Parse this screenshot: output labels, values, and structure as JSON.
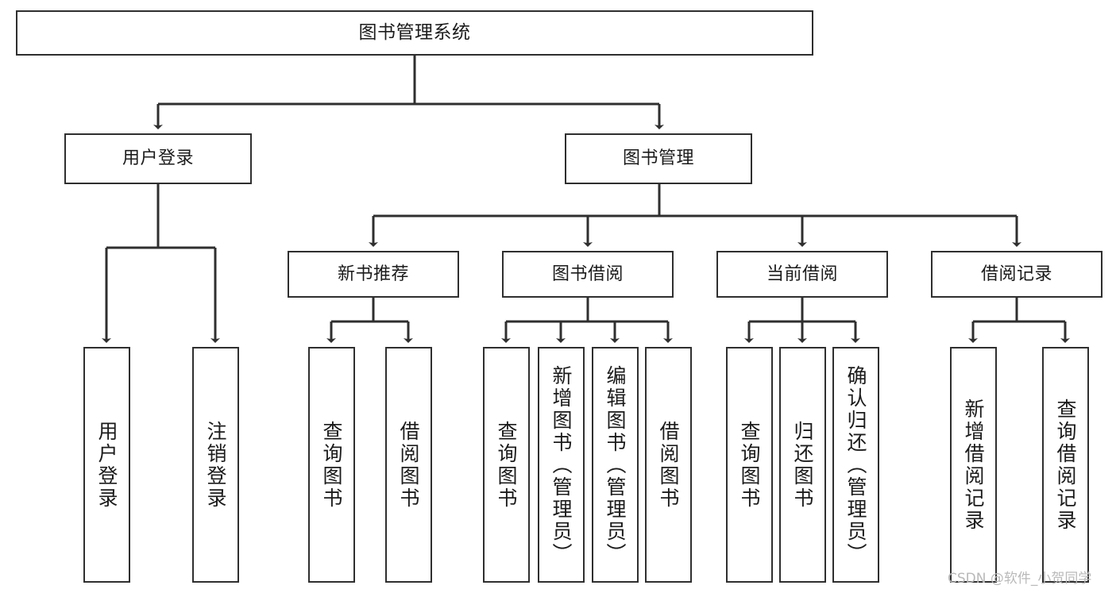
{
  "diagram": {
    "title_text": "图书管理系统",
    "type": "tree-hierarchy-chart",
    "line_color": "#2f2f2f",
    "box_fill": "#ffffff",
    "text_color": "#1b1b1b",
    "nodes": {
      "root": {
        "label": "图书管理系统"
      },
      "level2": [
        {
          "label": "用户登录"
        },
        {
          "label": "图书管理"
        }
      ],
      "level3": [
        {
          "label": "新书推荐"
        },
        {
          "label": "图书借阅"
        },
        {
          "label": "当前借阅"
        },
        {
          "label": "借阅记录"
        }
      ],
      "leaves_user_login": [
        {
          "label": "用户登录"
        },
        {
          "label": "注销登录"
        }
      ],
      "leaves_new_book": [
        {
          "label": "查询图书"
        },
        {
          "label": "借阅图书"
        }
      ],
      "leaves_borrow": [
        {
          "label": "查询图书"
        },
        {
          "label": "新增图书（管理员）"
        },
        {
          "label": "编辑图书（管理员）"
        },
        {
          "label": "借阅图书"
        }
      ],
      "leaves_current": [
        {
          "label": "查询图书"
        },
        {
          "label": "归还图书"
        },
        {
          "label": "确认归还（管理员）"
        }
      ],
      "leaves_record": [
        {
          "label": "新增借阅记录"
        },
        {
          "label": "查询借阅记录"
        }
      ]
    }
  },
  "watermark": {
    "text": "CSDN @软件_小贺同学",
    "color": "#b9b9b9"
  }
}
